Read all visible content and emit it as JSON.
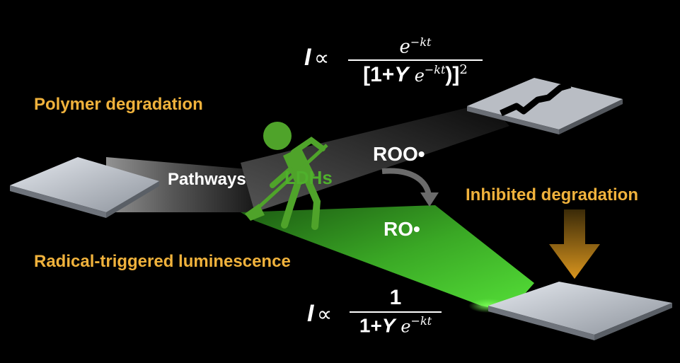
{
  "labels": {
    "polymer_degradation": "Polymer degradation",
    "radical_luminescence": "Radical-triggered luminescence",
    "inhibited_degradation": "Inhibited degradation",
    "pathways": "Pathways",
    "ldhs": "LDHs",
    "roo": "ROO•",
    "ro": "RO•"
  },
  "equations": {
    "top": {
      "lhs": "I",
      "prop": "∝",
      "numerator": "e",
      "numerator_exp": "−kt",
      "denominator_open": "[1+",
      "denominator_Y": "Y",
      "denominator_e": "e",
      "denominator_exp": "−kt",
      "denominator_close": ")]",
      "denominator_power": "2"
    },
    "bottom": {
      "lhs": "I",
      "prop": "∝",
      "numerator": "1",
      "denominator_open": "1+",
      "denominator_Y": "Y",
      "denominator_e": "e",
      "denominator_exp": "−kt"
    }
  },
  "colors": {
    "orange_text": "#f0b23c",
    "green_path": "#3fbf2e",
    "ldh_figure": "#4fa32a",
    "arrow_brown": "#c8861a"
  }
}
